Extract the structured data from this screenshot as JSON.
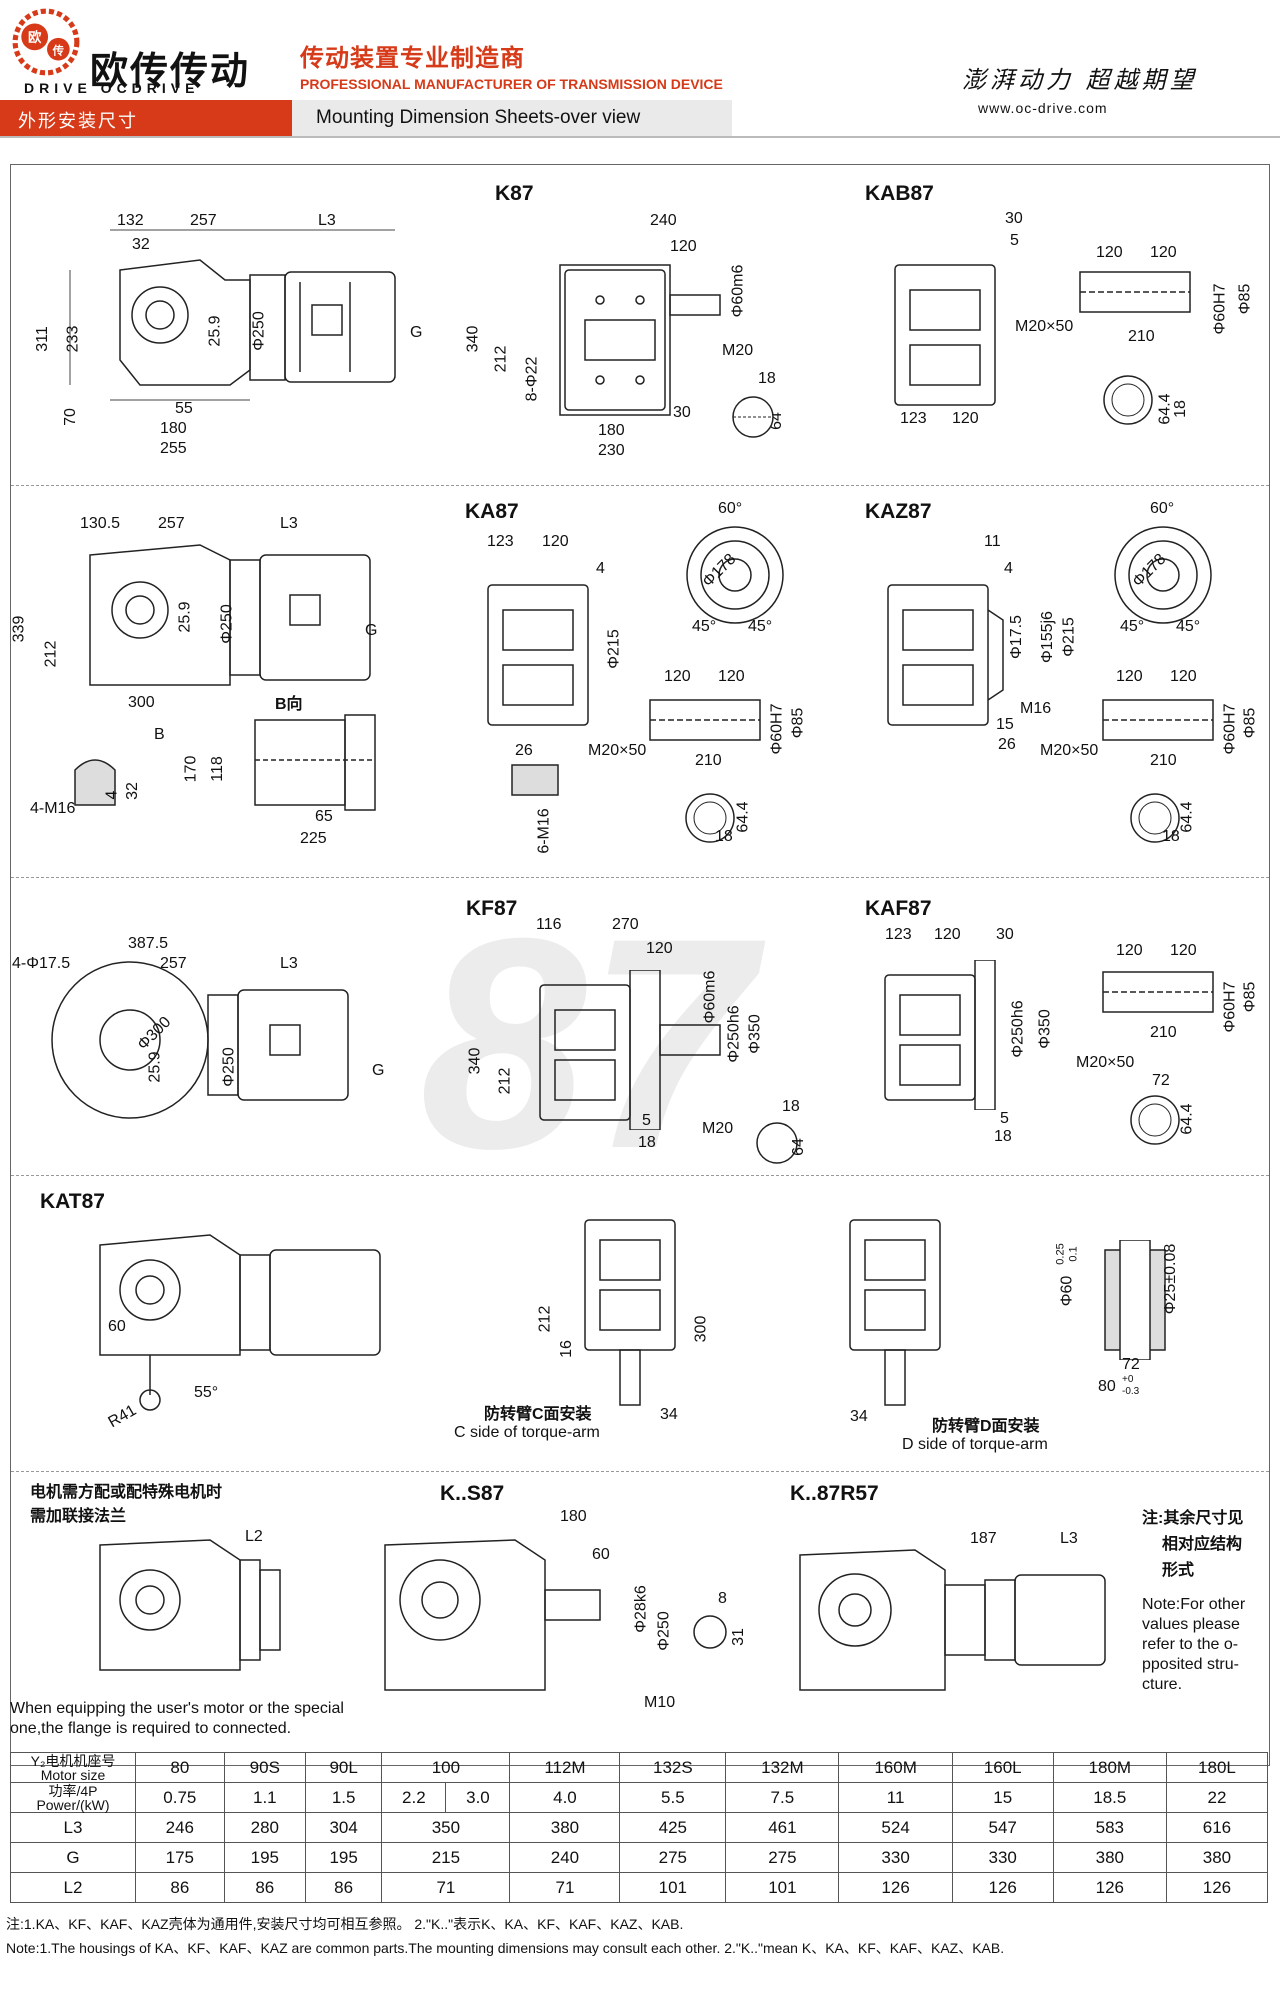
{
  "header": {
    "logo_char_top": "欧",
    "logo_char_bottom": "传",
    "brand_cn": "欧传传动",
    "brand_en": "DRIVE OCDRIVE",
    "slogan_cn": "传动装置专业制造商",
    "slogan_en": "PROFESSIONAL MANUFACTURER OF TRANSMISSION DEVICE",
    "motto": "澎湃动力 超越期望",
    "url": "www.oc-drive.com",
    "section_cn": "外形安装尺寸",
    "section_en": "Mounting Dimension Sheets-over view"
  },
  "drawings": {
    "k87": {
      "title": "K87",
      "dims": [
        "132",
        "257",
        "L3",
        "32",
        "311",
        "233",
        "70",
        "55",
        "180",
        "255",
        "25.9",
        "Φ250",
        "G",
        "240",
        "120",
        "Φ60m6",
        "340",
        "212",
        "8-Φ22",
        "M20",
        "180",
        "230",
        "30",
        "18",
        "64"
      ]
    },
    "kab87": {
      "title": "KAB87",
      "dims": [
        "30",
        "5",
        "120",
        "120",
        "Φ85",
        "Φ60H7",
        "M20×50",
        "210",
        "123",
        "120",
        "64.4",
        "18"
      ]
    },
    "ka87": {
      "title": "KA87",
      "dims": [
        "130.5",
        "257",
        "L3",
        "339",
        "212",
        "25.9",
        "Φ250",
        "G",
        "300",
        "B",
        "B向",
        "170",
        "118",
        "65",
        "225",
        "4-M16",
        "4",
        "32",
        "123",
        "120",
        "4",
        "Φ215",
        "60°",
        "Φ178",
        "45°",
        "45°",
        "120",
        "120",
        "Φ60H7",
        "Φ85",
        "M20×50",
        "210",
        "26",
        "6-M16",
        "64.4",
        "18"
      ]
    },
    "kaz87": {
      "title": "KAZ87",
      "dims": [
        "11",
        "4",
        "Φ17.5",
        "Φ155j6",
        "Φ215",
        "M16",
        "15",
        "26",
        "60°",
        "Φ178",
        "45°",
        "45°",
        "120",
        "120",
        "Φ60H7",
        "Φ85",
        "M20×50",
        "210",
        "64.4",
        "18"
      ]
    },
    "kf87": {
      "title": "KF87",
      "dims": [
        "4-Φ17.5",
        "387.5",
        "257",
        "L3",
        "Φ300",
        "25.9",
        "Φ250",
        "G",
        "116",
        "270",
        "120",
        "Φ60m6",
        "Φ250h6",
        "Φ350",
        "340",
        "212",
        "5",
        "18",
        "M20",
        "18",
        "64"
      ]
    },
    "kaf87": {
      "title": "KAF87",
      "dims": [
        "123",
        "120",
        "30",
        "Φ250h6",
        "Φ350",
        "5",
        "18",
        "120",
        "120",
        "Φ85",
        "Φ60H7",
        "210",
        "M20×50",
        "72",
        "64.4"
      ]
    },
    "kat87": {
      "title": "KAT87",
      "dims": [
        "60",
        "R41",
        "55°",
        "212",
        "16",
        "300",
        "34",
        "34",
        "Φ60",
        "0.25",
        "0.1",
        "Φ25±0.08",
        "72",
        "80",
        "+0",
        "-0.3"
      ],
      "c_side_cn": "防转臂C面安装",
      "c_side_en": "C side of torque-arm",
      "d_side_cn": "防转臂D面安装",
      "d_side_en": "D side of torque-arm"
    },
    "flange": {
      "note_cn_1": "电机需方配或配特殊电机时",
      "note_cn_2": "需加联接法兰",
      "dim": "L2",
      "note_en_1": "When equipping the user's motor or the special",
      "note_en_2": "one,the flange is required to connected."
    },
    "ks87": {
      "title": "K..S87",
      "dims": [
        "180",
        "60",
        "Φ28k6",
        "Φ250",
        "8",
        "31",
        "M10"
      ]
    },
    "k87r57": {
      "title": "K..87R57",
      "dims": [
        "187",
        "L3"
      ]
    },
    "side_note": {
      "cn_1": "注:其余尺寸见",
      "cn_2": "相对应结构",
      "cn_3": "形式",
      "en": [
        "Note:For other",
        "values please",
        "refer to the o-",
        "pposited stru-",
        "cture."
      ]
    },
    "watermark": "87"
  },
  "table": {
    "row_labels": {
      "motor_cn": "Y₂电机机座号",
      "motor_en": "Motor size",
      "power_cn": "功率/4P",
      "power_en": "Power/(kW)",
      "l3": "L3",
      "g": "G",
      "l2": "L2"
    },
    "motor_size": [
      "80",
      "90S",
      "90L",
      "100",
      "112M",
      "132S",
      "132M",
      "160M",
      "160L",
      "180M",
      "180L"
    ],
    "power": [
      "0.75",
      "1.1",
      "1.5",
      "2.2",
      "3.0",
      "4.0",
      "5.5",
      "7.5",
      "11",
      "15",
      "18.5",
      "22"
    ],
    "L3": [
      "246",
      "280",
      "304",
      "350",
      "380",
      "425",
      "461",
      "524",
      "547",
      "583",
      "616"
    ],
    "G": [
      "175",
      "195",
      "195",
      "215",
      "240",
      "275",
      "275",
      "330",
      "330",
      "380",
      "380"
    ],
    "L2": [
      "86",
      "86",
      "86",
      "71",
      "71",
      "101",
      "101",
      "126",
      "126",
      "126",
      "126"
    ]
  },
  "notes": {
    "cn": "注:1.KA、KF、KAF、KAZ壳体为通用件,安装尺寸均可相互参照。 2.\"K..\"表示K、KA、KF、KAF、KAZ、KAB.",
    "en": "Note:1.The housings of KA、KF、KAF、KAZ are common parts.The mounting dimensions may consult each other. 2.\"K..\"mean K、KA、KF、KAF、KAZ、KAB."
  }
}
